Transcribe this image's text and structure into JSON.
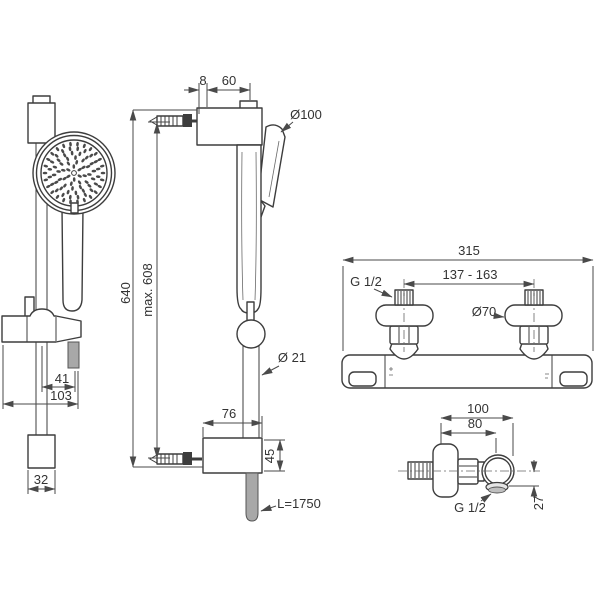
{
  "drawing": {
    "front_view": {
      "slider_offset": "41",
      "overall_width": "103",
      "bracket_width": "32"
    },
    "side_view": {
      "wall_offset": "8",
      "bracket_depth": "60",
      "head_diameter": "Ø100",
      "rail_height": "640",
      "hole_distance": "max. 608",
      "rail_diameter": "Ø 21",
      "lower_bracket_depth": "76",
      "lower_bracket_height": "45",
      "hose_length": "L=1750"
    },
    "mixer_front": {
      "overall_width": "315",
      "connection_distance": "137 - 163",
      "thread": "G 1/2",
      "escutcheon_diameter": "Ø70"
    },
    "mixer_side": {
      "overall_depth": "100",
      "axis_depth": "80",
      "outlet_thread": "G 1/2",
      "outlet_offset": "27"
    }
  },
  "colors": {
    "line": "#3d3d3d",
    "dimension": "#4a4a4a",
    "text": "#333333",
    "hose_gray": "#a8a8a8",
    "background": "#ffffff"
  }
}
